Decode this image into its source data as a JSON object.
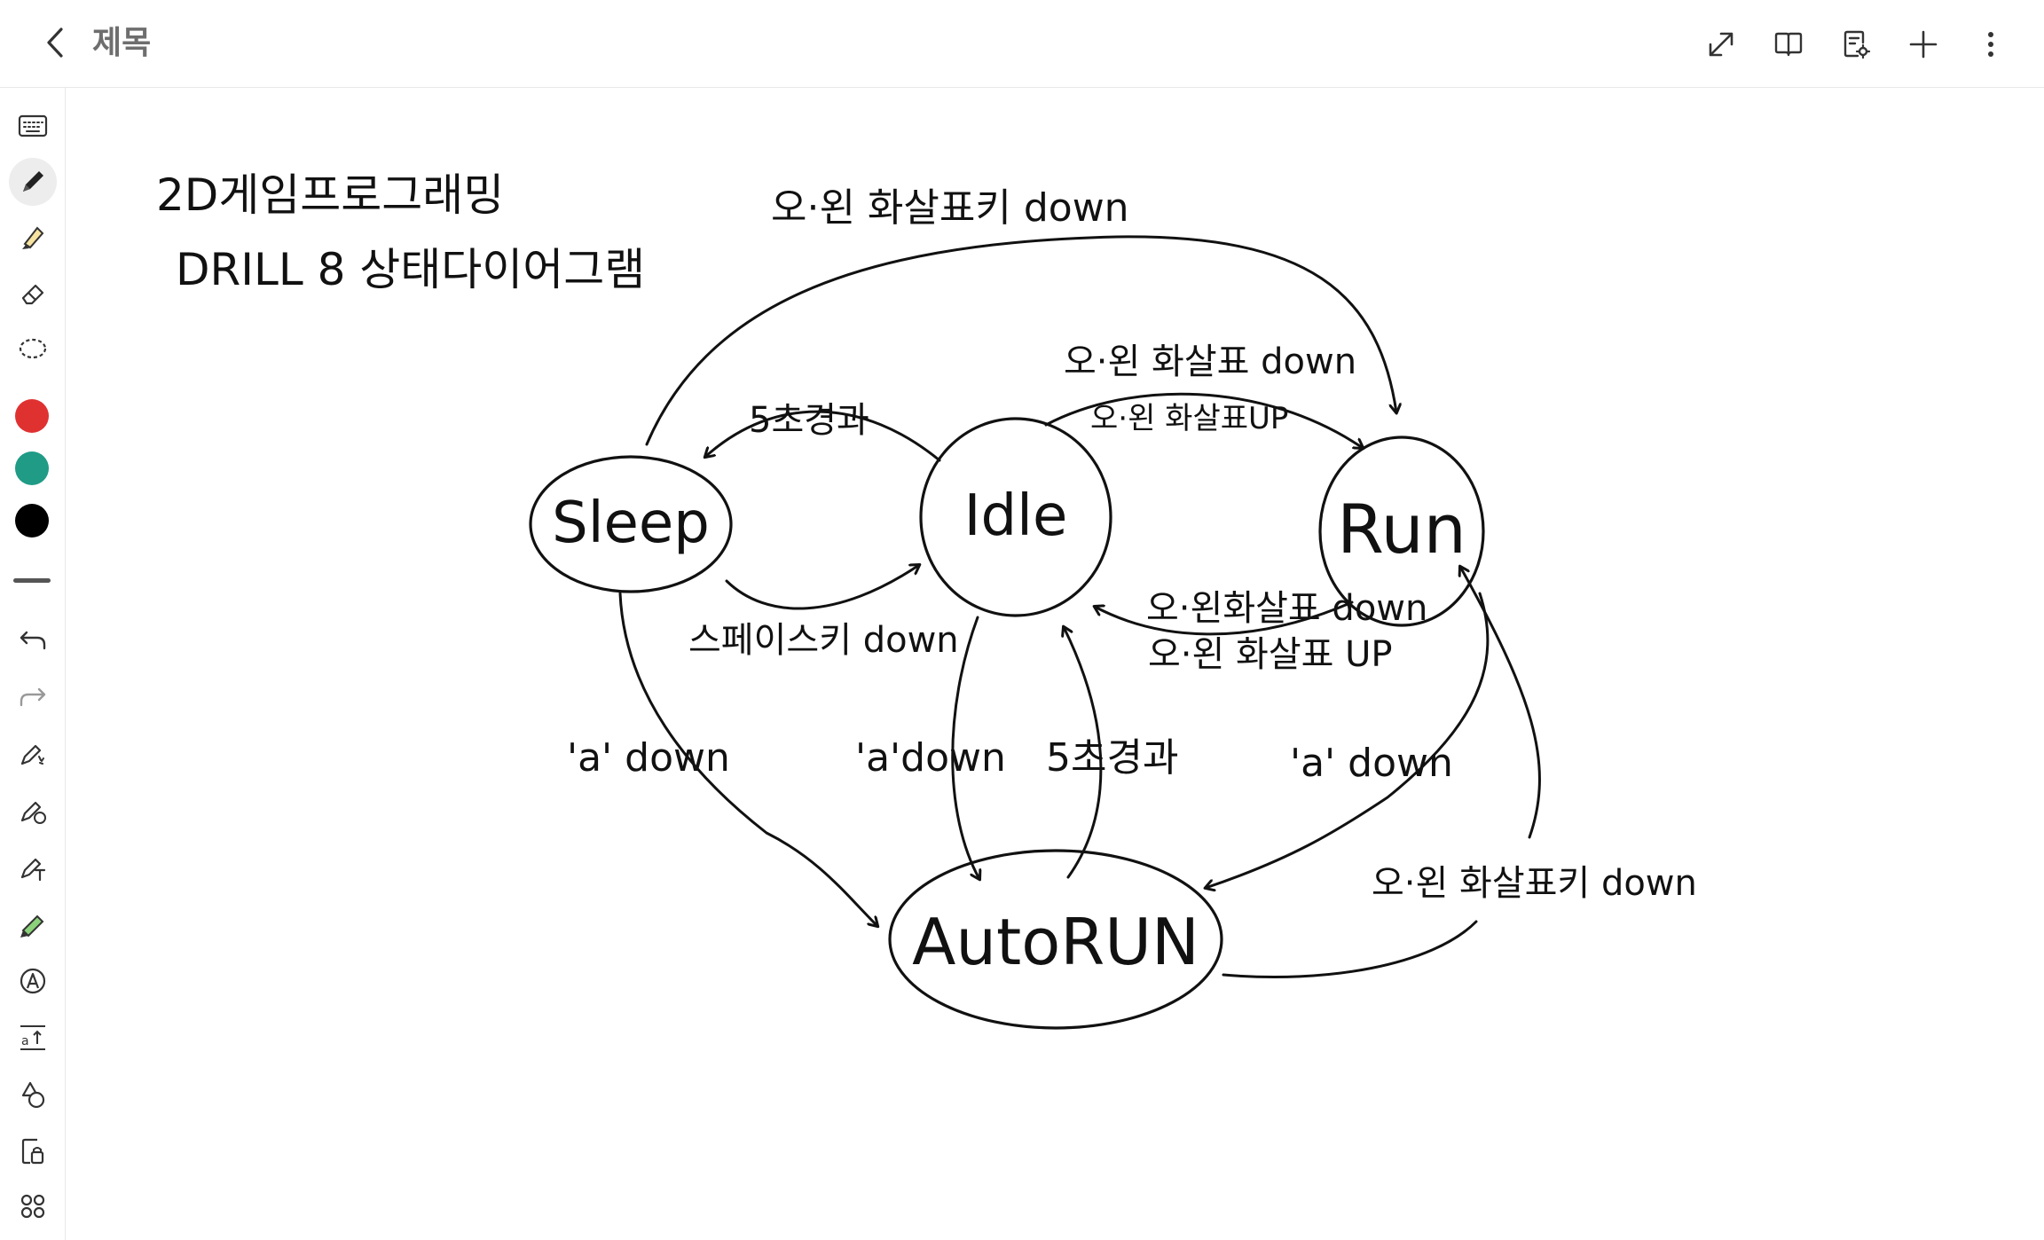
{
  "app": {
    "title": "제목",
    "icons": {
      "back": "chevron-left-icon",
      "expand": "expand-diagonal-icon",
      "reading_mode": "book-icon",
      "page_settings": "page-settings-icon",
      "add": "plus-icon",
      "more": "more-vertical-icon"
    }
  },
  "sidebar": {
    "tools": [
      "keyboard-icon",
      "pen-icon",
      "highlighter-icon",
      "eraser-icon",
      "lasso-icon"
    ],
    "colors": [
      "#e03131",
      "#1f9b86",
      "#000000"
    ],
    "actions": [
      "undo-icon",
      "redo-icon",
      "pen-effect-icon",
      "pen-auto-icon",
      "pen-text-icon",
      "pencil-color-icon",
      "font-a-icon",
      "text-size-icon",
      "shapes-icon",
      "lock-doc-icon",
      "apps-grid-icon"
    ]
  },
  "diagram": {
    "heading_line1": "2D게임프로그래밍",
    "heading_line2": "DRILL 8  상태다이어그램",
    "states": {
      "sleep": "Sleep",
      "idle": "Idle",
      "run": "Run",
      "autorun": "AutoRUN"
    },
    "labels": {
      "sleep_to_run": "오·왼 화살표키 down",
      "idle_to_run_down": "오·왼 화살표 down",
      "idle_to_run_up": "오·왼 화살표UP",
      "idle_to_sleep": "5초경과",
      "sleep_to_idle": "스페이스키 down",
      "run_to_idle_down": "오·왼화살표 down",
      "run_to_idle_up": "오·왼 화살표 UP",
      "sleep_to_autorun": "'a' down",
      "idle_to_autorun": "'a'down",
      "autorun_to_idle": "5초경과",
      "run_to_autorun": "'a' down",
      "autorun_to_run": "오·왼 화살표키 down"
    },
    "ink_color": "#111111"
  }
}
